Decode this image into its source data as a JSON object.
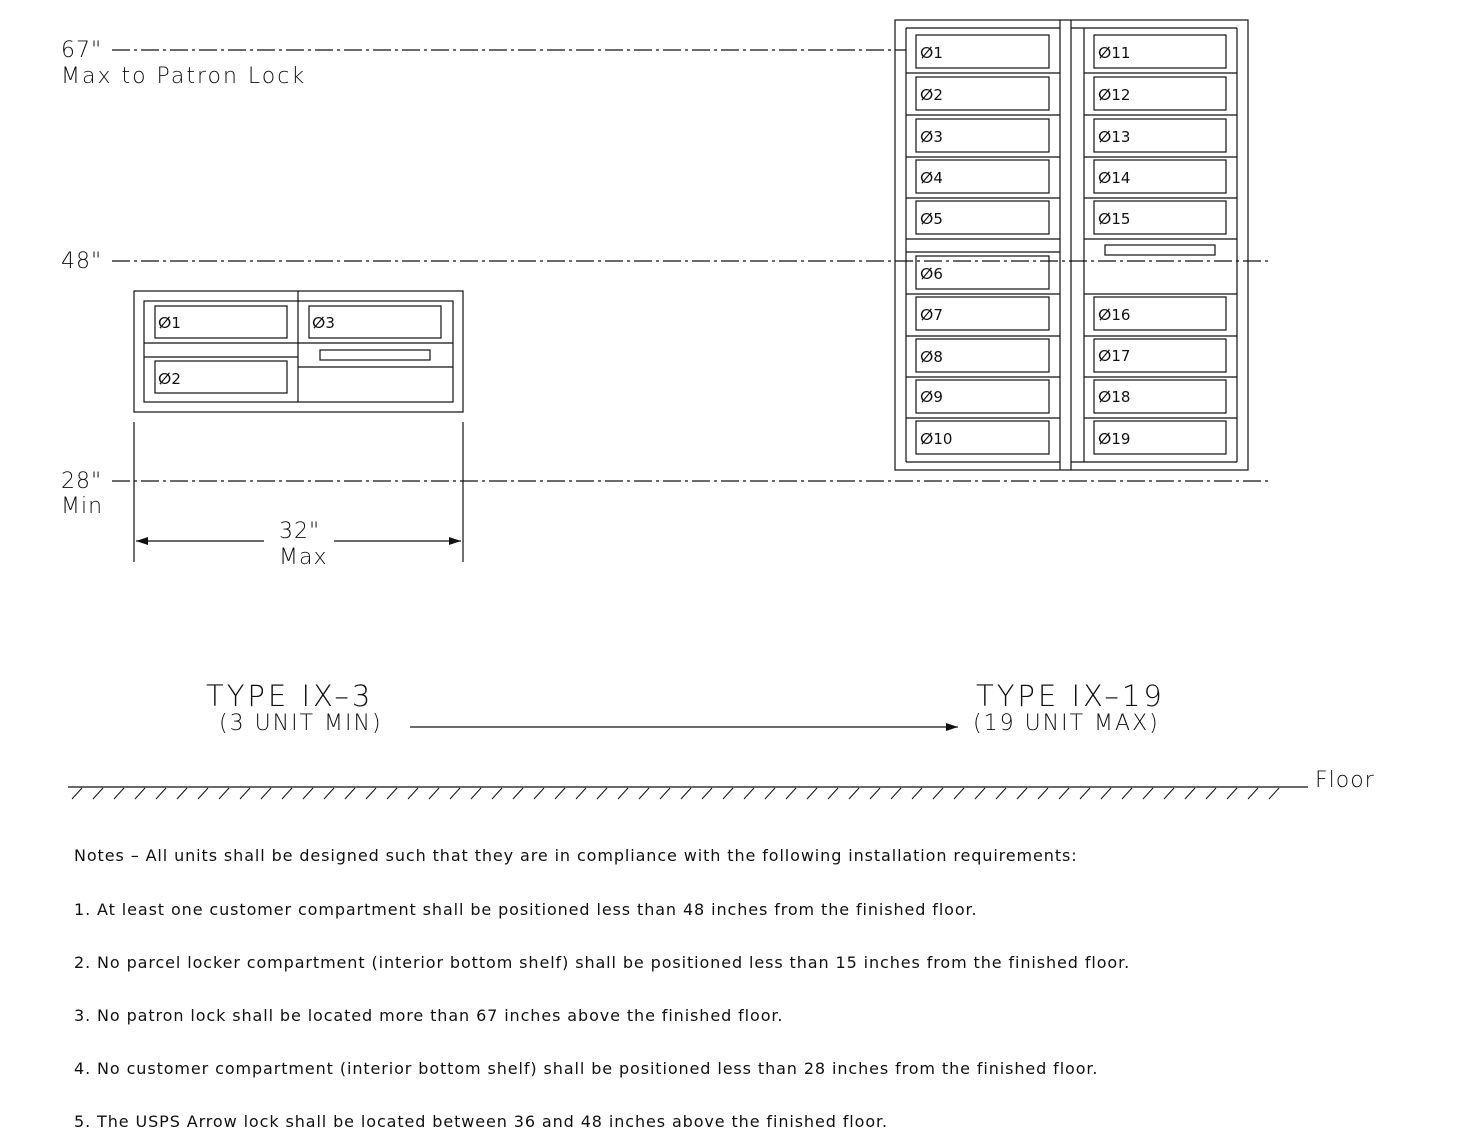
{
  "dimensions": {
    "top": {
      "value": "67\"",
      "label": "Max to Patron Lock"
    },
    "mid": {
      "value": "48\""
    },
    "low": {
      "value": "28\"",
      "label": "Min"
    },
    "width": {
      "value": "32\"",
      "label": "Max"
    }
  },
  "small_unit": {
    "title": "TYPE  IX–3",
    "subtitle": "(3  UNIT  MIN)",
    "compartments": [
      "ⵁ1",
      "ⵁ2",
      "ⵁ3"
    ]
  },
  "large_unit": {
    "title": "TYPE  IX–19",
    "subtitle": "(19  UNIT  MAX)",
    "left_compartments": [
      "ⵁ1",
      "ⵁ2",
      "ⵁ3",
      "ⵁ4",
      "ⵁ5",
      "ⵁ6",
      "ⵁ7",
      "ⵁ8",
      "ⵁ9",
      "ⵁ10"
    ],
    "right_compartments": [
      "ⵁ11",
      "ⵁ12",
      "ⵁ13",
      "ⵁ14",
      "ⵁ15",
      "ⵁ16",
      "ⵁ17",
      "ⵁ18",
      "ⵁ19"
    ]
  },
  "floor_label": "Floor",
  "notes": [
    "Notes – All units shall be designed such that they are in compliance with the following installation requirements:",
    "1. At least one customer compartment shall be positioned less than 48 inches from the finished floor.",
    "2. No parcel locker compartment (interior bottom shelf) shall be positioned less than 15 inches from the finished floor.",
    "3. No patron lock shall be located more than 67 inches above the finished floor.",
    "4. No customer compartment (interior bottom shelf) shall be positioned less than 28 inches from the finished floor.",
    "5. The USPS Arrow lock shall be located between 36 and 48 inches above the finished floor."
  ]
}
